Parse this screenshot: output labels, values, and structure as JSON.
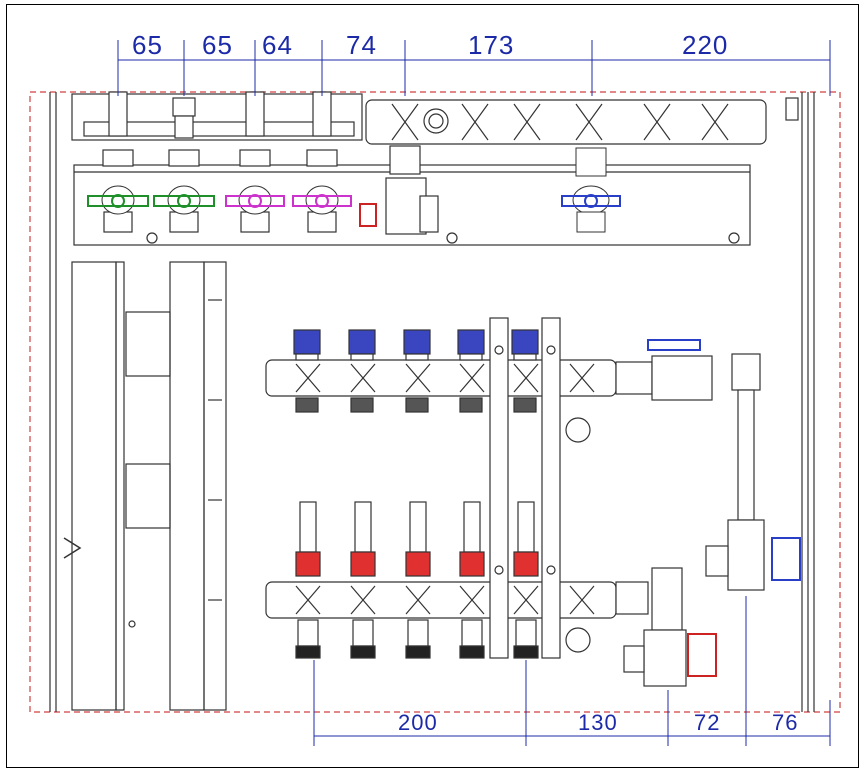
{
  "dimensions": {
    "top": [
      "65",
      "65",
      "64",
      "74",
      "173",
      "220"
    ],
    "bottom": [
      "200",
      "130",
      "72",
      "76"
    ]
  },
  "colors": {
    "dimension": "#1c2aa8",
    "cabinet_outline": "#d04040",
    "valve_green": "#1f8f2a",
    "valve_magenta": "#cc33cc",
    "valve_blue": "#2a3fc8",
    "valve_red": "#cc2222",
    "cap_blue": "#3a46c0",
    "cap_red": "#e03030",
    "line": "#222222"
  }
}
